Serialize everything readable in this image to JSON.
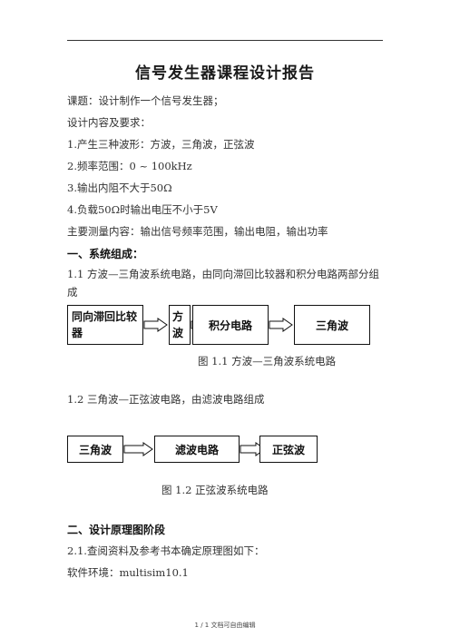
{
  "doc": {
    "title": "信号发生器课程设计报告",
    "topic": "课题：设计制作一个信号发生器；",
    "req_intro": "设计内容及要求：",
    "req1": "1.产生三种波形：方波，三角波，正弦波",
    "req2": "2.频率范围：0 ~ 100kHz",
    "req3": "3.输出内阻不大于50Ω",
    "req4": "4.负载50Ω时输出电压不小于5V",
    "measure": "主要测量内容：输出信号频率范围，输出电阻，输出功率",
    "section1": "一、系统组成：",
    "s11_text": "1.1 方波—三角波系统电路，由同向滞回比较器和积分电路两部分组成",
    "fig1": {
      "box1": "同向滞回比较器",
      "box2": "方波",
      "box3": "积分电路",
      "box4": "三角波",
      "caption": "图 1.1 方波—三角波系统电路"
    },
    "s12_text": "1.2 三角波—正弦波电路，由滤波电路组成",
    "fig2": {
      "box1": "三角波",
      "box2": "滤波电路",
      "box3": "正弦波",
      "caption": "图 1.2 正弦波系统电路"
    },
    "section2": "二、设计原理图阶段",
    "s21_text": "2.1.查阅资料及参考书本确定原理图如下：",
    "software": "软件环境：multisim10.1",
    "footer": "1 / 1 文档可自由编辑"
  }
}
